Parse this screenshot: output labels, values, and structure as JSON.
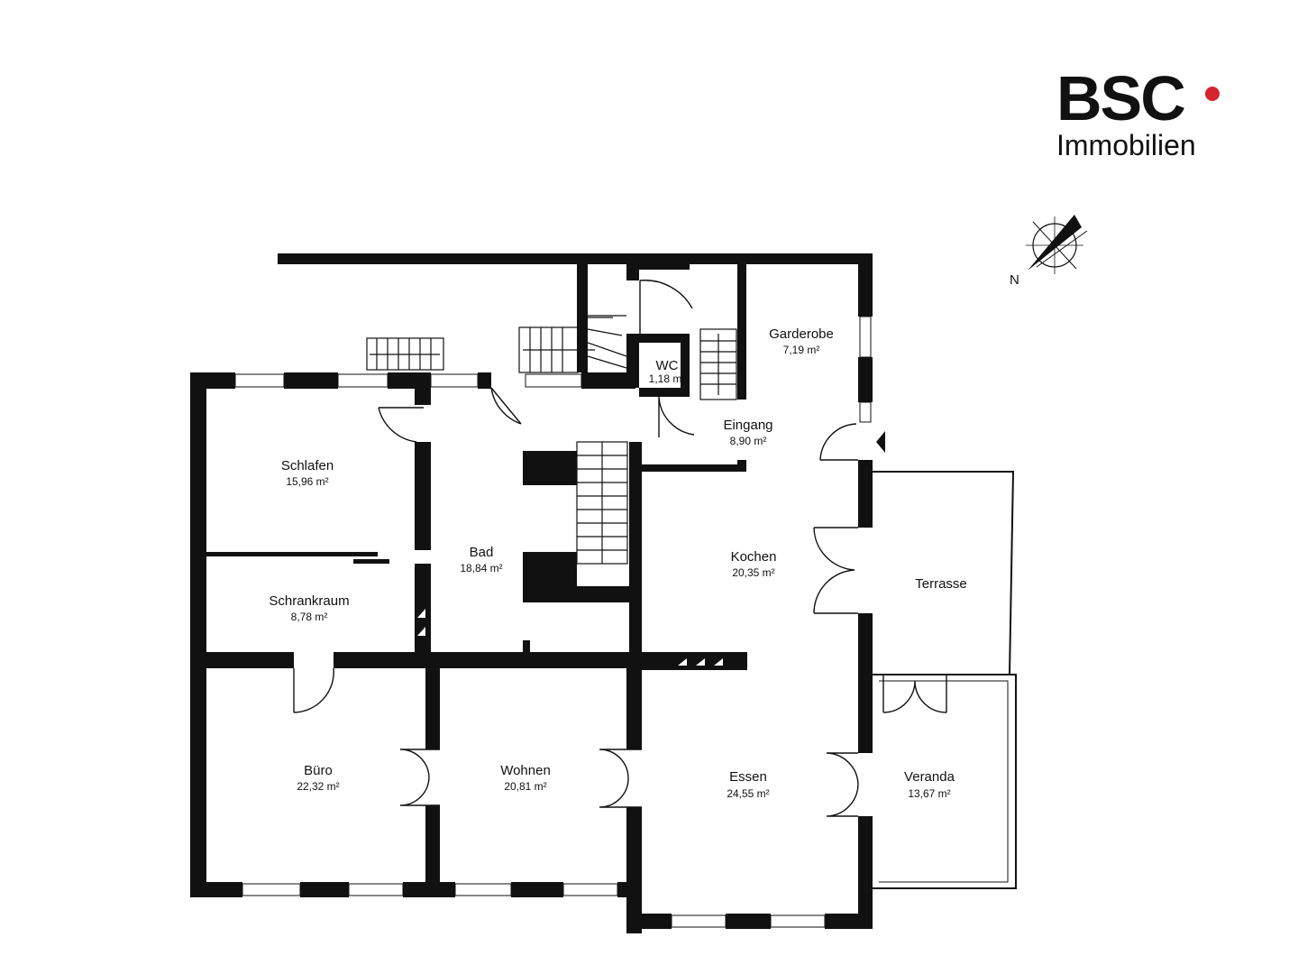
{
  "logo": {
    "main": "BSC",
    "sub": "Immobilien",
    "dot_color": "#d62430"
  },
  "compass": {
    "label": "N"
  },
  "rooms": [
    {
      "id": "garderobe",
      "name": "Garderobe",
      "area": "7,19 m²"
    },
    {
      "id": "wc",
      "name": "WC",
      "area": "1,18 m²"
    },
    {
      "id": "eingang",
      "name": "Eingang",
      "area": "8,90 m²"
    },
    {
      "id": "schlafen",
      "name": "Schlafen",
      "area": "15,96 m²"
    },
    {
      "id": "bad",
      "name": "Bad",
      "area": "18,84 m²"
    },
    {
      "id": "kochen",
      "name": "Kochen",
      "area": "20,35 m²"
    },
    {
      "id": "terrasse",
      "name": "Terrasse",
      "area": ""
    },
    {
      "id": "schrankraum",
      "name": "Schrankraum",
      "area": "8,78 m²"
    },
    {
      "id": "buero",
      "name": "Büro",
      "area": "22,32 m²"
    },
    {
      "id": "wohnen",
      "name": "Wohnen",
      "area": "20,81 m²"
    },
    {
      "id": "essen",
      "name": "Essen",
      "area": "24,55 m²"
    },
    {
      "id": "veranda",
      "name": "Veranda",
      "area": "13,67 m²"
    }
  ],
  "colors": {
    "wall": "#111111",
    "background": "#ffffff"
  }
}
